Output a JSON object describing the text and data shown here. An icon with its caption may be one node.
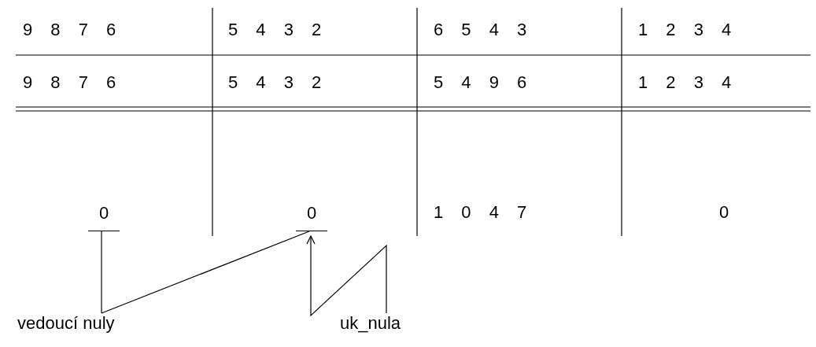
{
  "diagram": {
    "nodes": [
      {
        "text": [
          "0"
        ]
      },
      {
        "text": [
          "0"
        ]
      },
      {
        "text": [
          "vedoucí nuly"
        ]
      },
      {
        "text": [
          "uk_nula"
        ]
      }
    ],
    "edges": [
      {
        "from": 2,
        "to": 0,
        "arrow": "none"
      },
      {
        "from": 2,
        "to": 1,
        "arrow": "none"
      },
      {
        "from": 3,
        "to": 1,
        "arrow": "to"
      }
    ],
    "labels": [
      "9 8 7 6",
      "5 4 3 2",
      "6 5 4 3",
      "1 2 3 4",
      "9 8 7 6",
      "5 4 3 2",
      "5 4 9 6",
      "1 2 3 4",
      "1 0 4 7",
      "0"
    ]
  }
}
